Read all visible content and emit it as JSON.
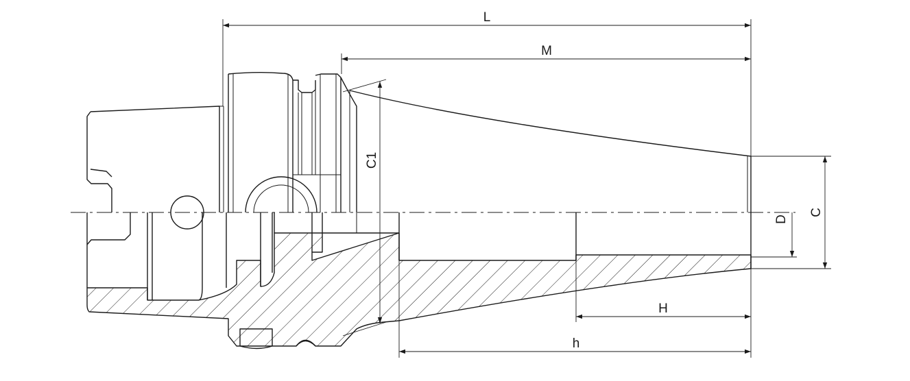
{
  "dimensions": {
    "overall_length": "L",
    "nose_length": "M",
    "flange_diameter": "C1",
    "bore_diameter": "D",
    "nose_diameter": "C",
    "clamping_depth": "H",
    "bore_depth": "h"
  }
}
